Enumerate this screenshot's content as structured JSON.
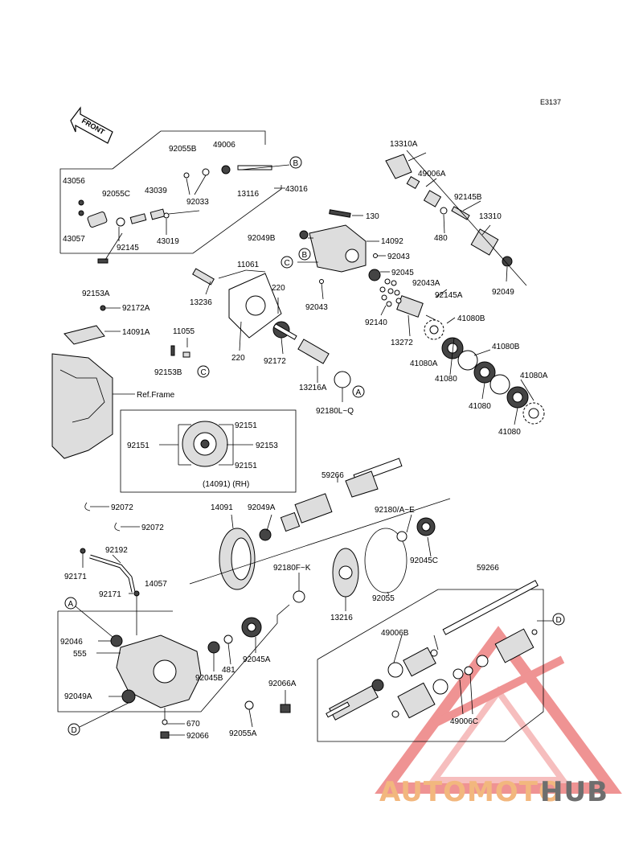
{
  "diagram_code": "E3137",
  "front_label": "FRONT",
  "ref_frame_label": "Ref.Frame",
  "inset_caption": "(14091) (RH)",
  "watermark": {
    "auto": "AUTOMOTO",
    "hub": "HUB",
    "accent": "#e23b3b",
    "accent_light": "#f2b77e",
    "hub_color": "#6e6e6e"
  },
  "callouts": [
    "A",
    "B",
    "C",
    "D"
  ],
  "part_labels": {
    "p92055B": "92055B",
    "p49006": "49006",
    "p43056": "43056",
    "p92055C": "92055C",
    "p43039": "43039",
    "p92033": "92033",
    "p13116": "13116",
    "p43016": "43016",
    "p43057": "43057",
    "p92145": "92145",
    "p43019": "43019",
    "p92153A": "92153A",
    "p92172A": "92172A",
    "p14091A": "14091A",
    "p11055": "11055",
    "p92153B": "92153B",
    "p13310A": "13310A",
    "p49006A": "49006A",
    "p92145B": "92145B",
    "p13310": "13310",
    "p480": "480",
    "p92049": "92049",
    "p130": "130",
    "p92049B": "92049B",
    "p14092": "14092",
    "p92043a": "92043",
    "p92045": "92045",
    "p92043A": "92043A",
    "p92145A": "92145A",
    "p92043b": "92043",
    "p11061": "11061",
    "p220a": "220",
    "p13236": "13236",
    "p220b": "220",
    "p92172": "92172",
    "p92140": "92140",
    "p13272": "13272",
    "p41080B": "41080B",
    "p41080Aa": "41080A",
    "p41080a": "41080",
    "p41080Bb": "41080B",
    "p41080b": "41080",
    "p41080A2": "41080A",
    "p41080c": "41080",
    "p13216A": "13216A",
    "p92180LQ": "92180L~Q",
    "p92151a": "92151",
    "p92151b": "92151",
    "p92153": "92153",
    "p92151c": "92151",
    "p59266a": "59266",
    "p92072a": "92072",
    "p92072b": "92072",
    "p14091": "14091",
    "p92049A": "92049A",
    "p92180AE": "92180/A~E",
    "p92045C": "92045C",
    "p92192": "92192",
    "p92171a": "92171",
    "p92180FK": "92180F~K",
    "p92055": "92055",
    "p59266b": "59266",
    "p92171b": "92171",
    "p14057": "14057",
    "p13216": "13216",
    "p92046": "92046",
    "p555": "555",
    "p49006B": "49006B",
    "p481": "481",
    "p92045A": "92045A",
    "p92045B": "92045B",
    "p92066A": "92066A",
    "p92049A2": "92049A",
    "p670": "670",
    "p92055A": "92055A",
    "p92066": "92066",
    "p49006C": "49006C"
  }
}
